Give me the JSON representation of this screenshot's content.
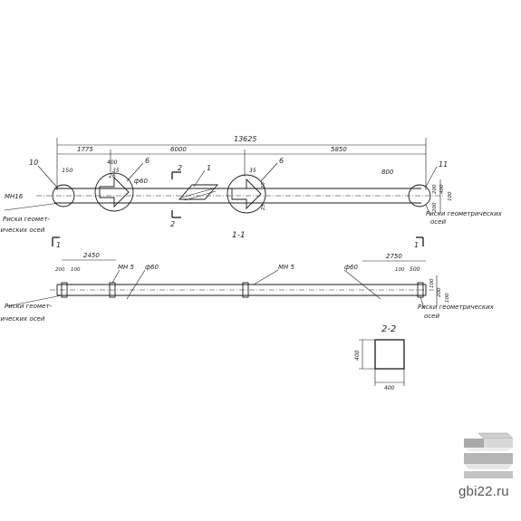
{
  "top_view": {
    "overall_length": "13625",
    "seg_left": "1775",
    "seg_mid": "6000",
    "seg_right": "5850",
    "left_tick": "150",
    "left_sub_a": "400",
    "left_sub_b": "35",
    "left_sub_c": "26",
    "right_sub": "35",
    "right_end": "800",
    "right_v1": "200",
    "right_v2": "400",
    "right_v3": "200",
    "right_v4": "100",
    "mid_v1": "25",
    "mid_v2": "25",
    "diameter_left": "ф60",
    "callout_10": "10",
    "callout_6a": "6",
    "callout_6b": "6",
    "callout_1": "1",
    "callout_11": "11",
    "callout_2a": "2",
    "callout_2b": "2",
    "mark_mn16": "МН16",
    "risk_left_1": "Риски геомет-",
    "risk_left_2": "рических осей",
    "risk_right_1": "Риски геометрических",
    "risk_right_2": "осей",
    "section_label": "1-1",
    "cut_left": "1",
    "cut_right": "1"
  },
  "side_view": {
    "seg_left": "2450",
    "end_left_a": "200",
    "end_left_b": "100",
    "right_a": "2750",
    "right_b": "100",
    "right_c": "500",
    "mn5_a": "МН 5",
    "mn5_b": "МН 5",
    "dia_a": "ф60",
    "dia_b": "ф60",
    "right_v1": "100",
    "right_v2": "200",
    "right_v3": "100",
    "risk_left_1": "Риски геомет-",
    "risk_left_2": "рических осей",
    "risk_right_1": "Риски геометрических",
    "risk_right_2": "осей"
  },
  "section_2": {
    "label": "2-2",
    "height": "400",
    "width": "400"
  },
  "logo": {
    "text": "gbi22.ru"
  }
}
